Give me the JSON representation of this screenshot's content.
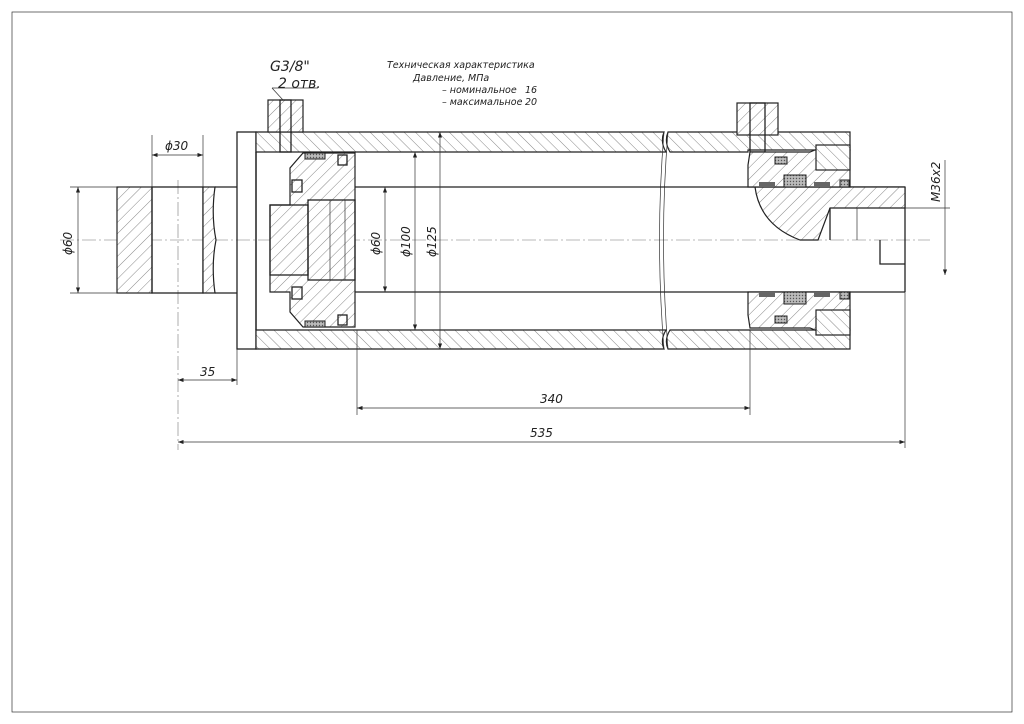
{
  "port_callout": {
    "thread": "G3/8\"",
    "count": "2 отв."
  },
  "spec": {
    "title": "Техническая характеристика",
    "pressure": "Давление, МПа",
    "nominal_label": "– номинальное",
    "nominal_value": "16",
    "max_label": "– максимальное",
    "max_value": "20"
  },
  "dimensions": {
    "eye_bore": "ϕ30",
    "eye_diameter": "ϕ60",
    "eye_offset": "35",
    "rod_diameter": "ϕ60",
    "bore_diameter": "ϕ100",
    "tube_diameter": "ϕ125",
    "stroke": "340",
    "closed_length": "535",
    "rod_thread": "M36x2"
  }
}
